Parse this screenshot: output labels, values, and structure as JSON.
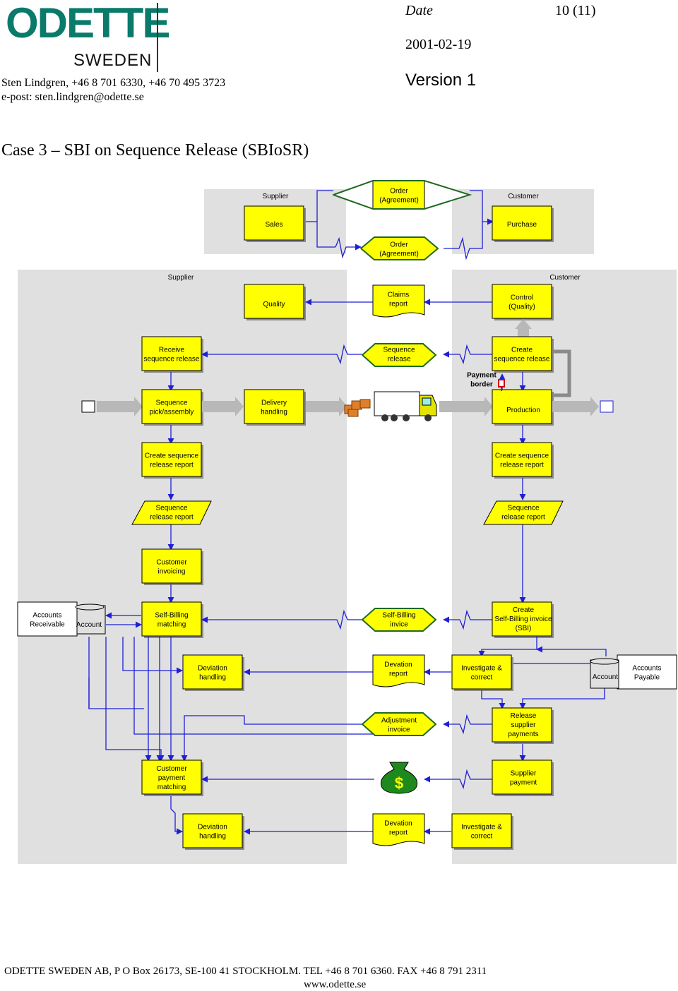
{
  "header": {
    "logo_text": "ODETTE",
    "logo_sub": "SWEDEN",
    "date_label": "Date",
    "page_number": "10 (11)",
    "date": "2001-02-19",
    "version": "Version 1",
    "contact_line1": "Sten Lindgren, +46 8 701 6330, +46 70 495 3723",
    "contact_line2": "e-post: sten.lindgren@odette.se"
  },
  "title": "Case 3 – SBI on Sequence Release (SBIoSR)",
  "lanes": {
    "top_supplier": "Supplier",
    "top_customer": "Customer",
    "main_supplier": "Supplier",
    "main_customer": "Customer"
  },
  "nodes": {
    "sales": [
      "Sales"
    ],
    "purchase": [
      "Purchase"
    ],
    "order_top": [
      "Order",
      "(Agreement)"
    ],
    "order_bottom": [
      "Order",
      "(Agreement)"
    ],
    "quality": [
      "Quality"
    ],
    "claims_report": [
      "Claims",
      "report"
    ],
    "control_quality": [
      "Control",
      "(Quality)"
    ],
    "receive_seq": [
      "Receive",
      "sequence release"
    ],
    "seq_release": [
      "Sequence",
      "release"
    ],
    "create_seq_release": [
      "Create",
      "sequence release"
    ],
    "payment_border": [
      "Payment",
      "border"
    ],
    "seq_pick": [
      "Sequence",
      "pick/assembly"
    ],
    "delivery": [
      "Delivery",
      "handling"
    ],
    "production": [
      "Production"
    ],
    "create_report_sup": [
      "Create sequence",
      "release report"
    ],
    "create_report_cus": [
      "Create sequence",
      "release report"
    ],
    "report_doc_sup": [
      "Sequence",
      "release report"
    ],
    "report_doc_cus": [
      "Sequence",
      "release report"
    ],
    "customer_invoicing": [
      "Customer",
      "invoicing"
    ],
    "accounts_receivable": [
      "Accounts",
      "Receivable"
    ],
    "account_left": [
      "Account"
    ],
    "sb_matching": [
      "Self-Billing",
      "matching"
    ],
    "sb_invoice_doc": [
      "Self-Billing",
      "invice"
    ],
    "create_sbi": [
      "Create",
      "Self-Billing invoice",
      "(SBI)"
    ],
    "deviation_handling_1": [
      "Deviation",
      "handling"
    ],
    "devation_report_1": [
      "Devation",
      "report"
    ],
    "investigate_1": [
      "Investigate &",
      "correct"
    ],
    "account_right": [
      "Account"
    ],
    "accounts_payable": [
      "Accounts",
      "Payable"
    ],
    "adjustment_invoice": [
      "Adjustment",
      "invoice"
    ],
    "release_payments": [
      "Release",
      "supplier",
      "payments"
    ],
    "cust_payment_matching": [
      "Customer",
      "payment",
      "matching"
    ],
    "supplier_payment": [
      "Supplier",
      "payment"
    ],
    "deviation_handling_2": [
      "Deviation",
      "handling"
    ],
    "devation_report_2": [
      "Devation",
      "report"
    ],
    "investigate_2": [
      "Investigate &",
      "correct"
    ]
  },
  "icons": [
    "truck-icon",
    "money-bag-icon",
    "pallets-icon",
    "dollar-sign"
  ],
  "colors": {
    "box_fill": "#ffff00",
    "lane_fill": "#e0e0e0",
    "arrow": "#1f1fd6",
    "logo": "#0a7a6a"
  },
  "footer": {
    "line1": "ODETTE SWEDEN AB, P O Box 26173, SE-100 41  STOCKHOLM.  TEL +46 8 701 6360.  FAX +46 8 791 2311",
    "line2": "www.odette.se"
  }
}
